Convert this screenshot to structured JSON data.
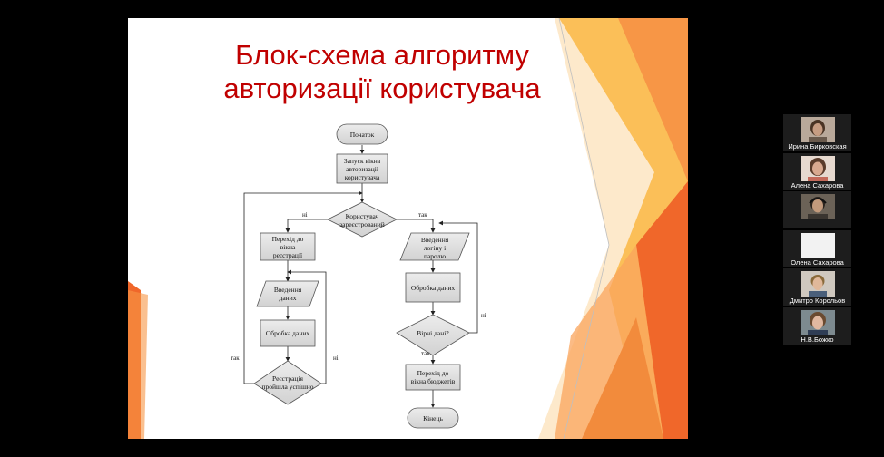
{
  "slide": {
    "title_line1": "Блок-схема алгоритму",
    "title_line2": "авторизації користувача",
    "flowchart": {
      "start": "Початок",
      "launch_lines": [
        "Запуск вікна",
        "авторизації",
        "користувача"
      ],
      "decision_lines": [
        "Користувач",
        "зареєстрований"
      ],
      "goto_reg_lines": [
        "Перехід до",
        "вікна",
        "реєстрації"
      ],
      "input_data_lines": [
        "Введення",
        "даних"
      ],
      "process_left": "Обробка даних",
      "reg_success_lines": [
        "Реєстрація",
        "пройшла успішно"
      ],
      "input_login_lines": [
        "Введення",
        "логіну і",
        "паролю"
      ],
      "process_right": "Обробка даних",
      "valid_data": "Вірні дані?",
      "goto_budgets_lines": [
        "Перехід до",
        "вікна бюджетів"
      ],
      "end": "Кінець",
      "label_no": "ні",
      "label_yes": "так"
    }
  },
  "participants": [
    {
      "name": "Ирина Бирковская",
      "bg": "#b9a99a",
      "face": "#c79d82",
      "hair": "#4a3424"
    },
    {
      "name": "Алена Сахарова",
      "bg": "#e6d9cf",
      "face": "#d9a98f",
      "hair": "#5a3b2a"
    },
    {
      "name": "",
      "bg": "#6b6257",
      "face": "#c29a7c",
      "hair": "#2b241e"
    },
    {
      "name": "Олена Сахарова",
      "bg": "#f2f2f2",
      "face": "#f2f2f2",
      "hair": "#f2f2f2"
    },
    {
      "name": "Дмитро Корольов",
      "bg": "#cfc8bf",
      "face": "#e0b89a",
      "hair": "#8a6a3a"
    },
    {
      "name": "Н.В.Божко",
      "bg": "#7d8a8f",
      "face": "#e1b8a0",
      "hair": "#6a4a30"
    }
  ],
  "colors": {
    "title": "#c00000",
    "orange_light": "#fbbf58",
    "orange_mid": "#f79646",
    "orange_dark": "#f0672a"
  }
}
